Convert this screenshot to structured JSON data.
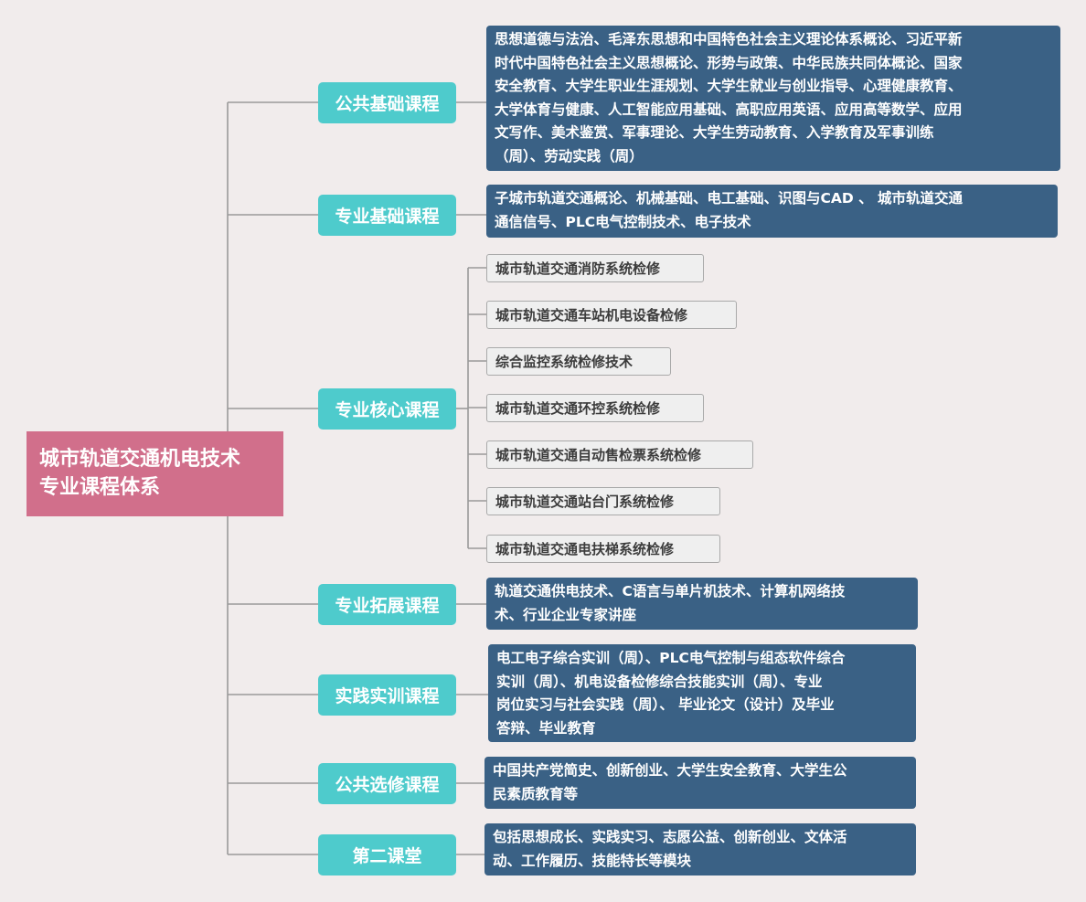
{
  "root": {
    "line1": "城市轨道交通机电技术",
    "line2": "专业课程体系"
  },
  "categories": [
    {
      "label": "公共基础课程",
      "description": "思想道德与法治、毛泽东思想和中国特色社会主义理论体系概论、习近平新\n时代中国特色社会主义思想概论、形势与政策、中华民族共同体概论、国家\n安全教育、大学生职业生涯规划、大学生就业与创业指导、心理健康教育、\n大学体育与健康、人工智能应用基础、高职应用英语、应用高等数学、应用\n文写作、美术鉴赏、军事理论、大学生劳动教育、入学教育及军事训练\n（周）、劳动实践（周）"
    },
    {
      "label": "专业基础课程",
      "description": "子城市轨道交通概论、机械基础、电工基础、识图与CAD 、 城市轨道交通\n通信信号、PLC电气控制技术、电子技术"
    },
    {
      "label": "专业核心课程",
      "courses": [
        "城市轨道交通消防系统检修",
        "城市轨道交通车站机电设备检修",
        "综合监控系统检修技术",
        "城市轨道交通环控系统检修",
        "城市轨道交通自动售检票系统检修",
        "城市轨道交通站台门系统检修",
        "城市轨道交通电扶梯系统检修"
      ]
    },
    {
      "label": "专业拓展课程",
      "description": "轨道交通供电技术、C语言与单片机技术、计算机网络技\n术、行业企业专家讲座"
    },
    {
      "label": "实践实训课程",
      "description": "电工电子综合实训（周）、PLC电气控制与组态软件综合\n实训（周）、机电设备检修综合技能实训（周）、专业\n岗位实习与社会实践（周）、 毕业论文（设计）及毕业\n答辩、毕业教育"
    },
    {
      "label": "公共选修课程",
      "description": "中国共产党简史、创新创业、大学生安全教育、大学生公\n民素质教育等"
    },
    {
      "label": "第二课堂",
      "description": "包括思想成长、实践实习、志愿公益、创新创业、文体活\n动、工作履历、技能特长等模块"
    }
  ],
  "colors": {
    "background": "#f1ecec",
    "root": "#d16f8b",
    "category": "#4ecbcc",
    "description": "#3a6185",
    "leaf": "#efefef",
    "connector": "#9a9a9a"
  }
}
